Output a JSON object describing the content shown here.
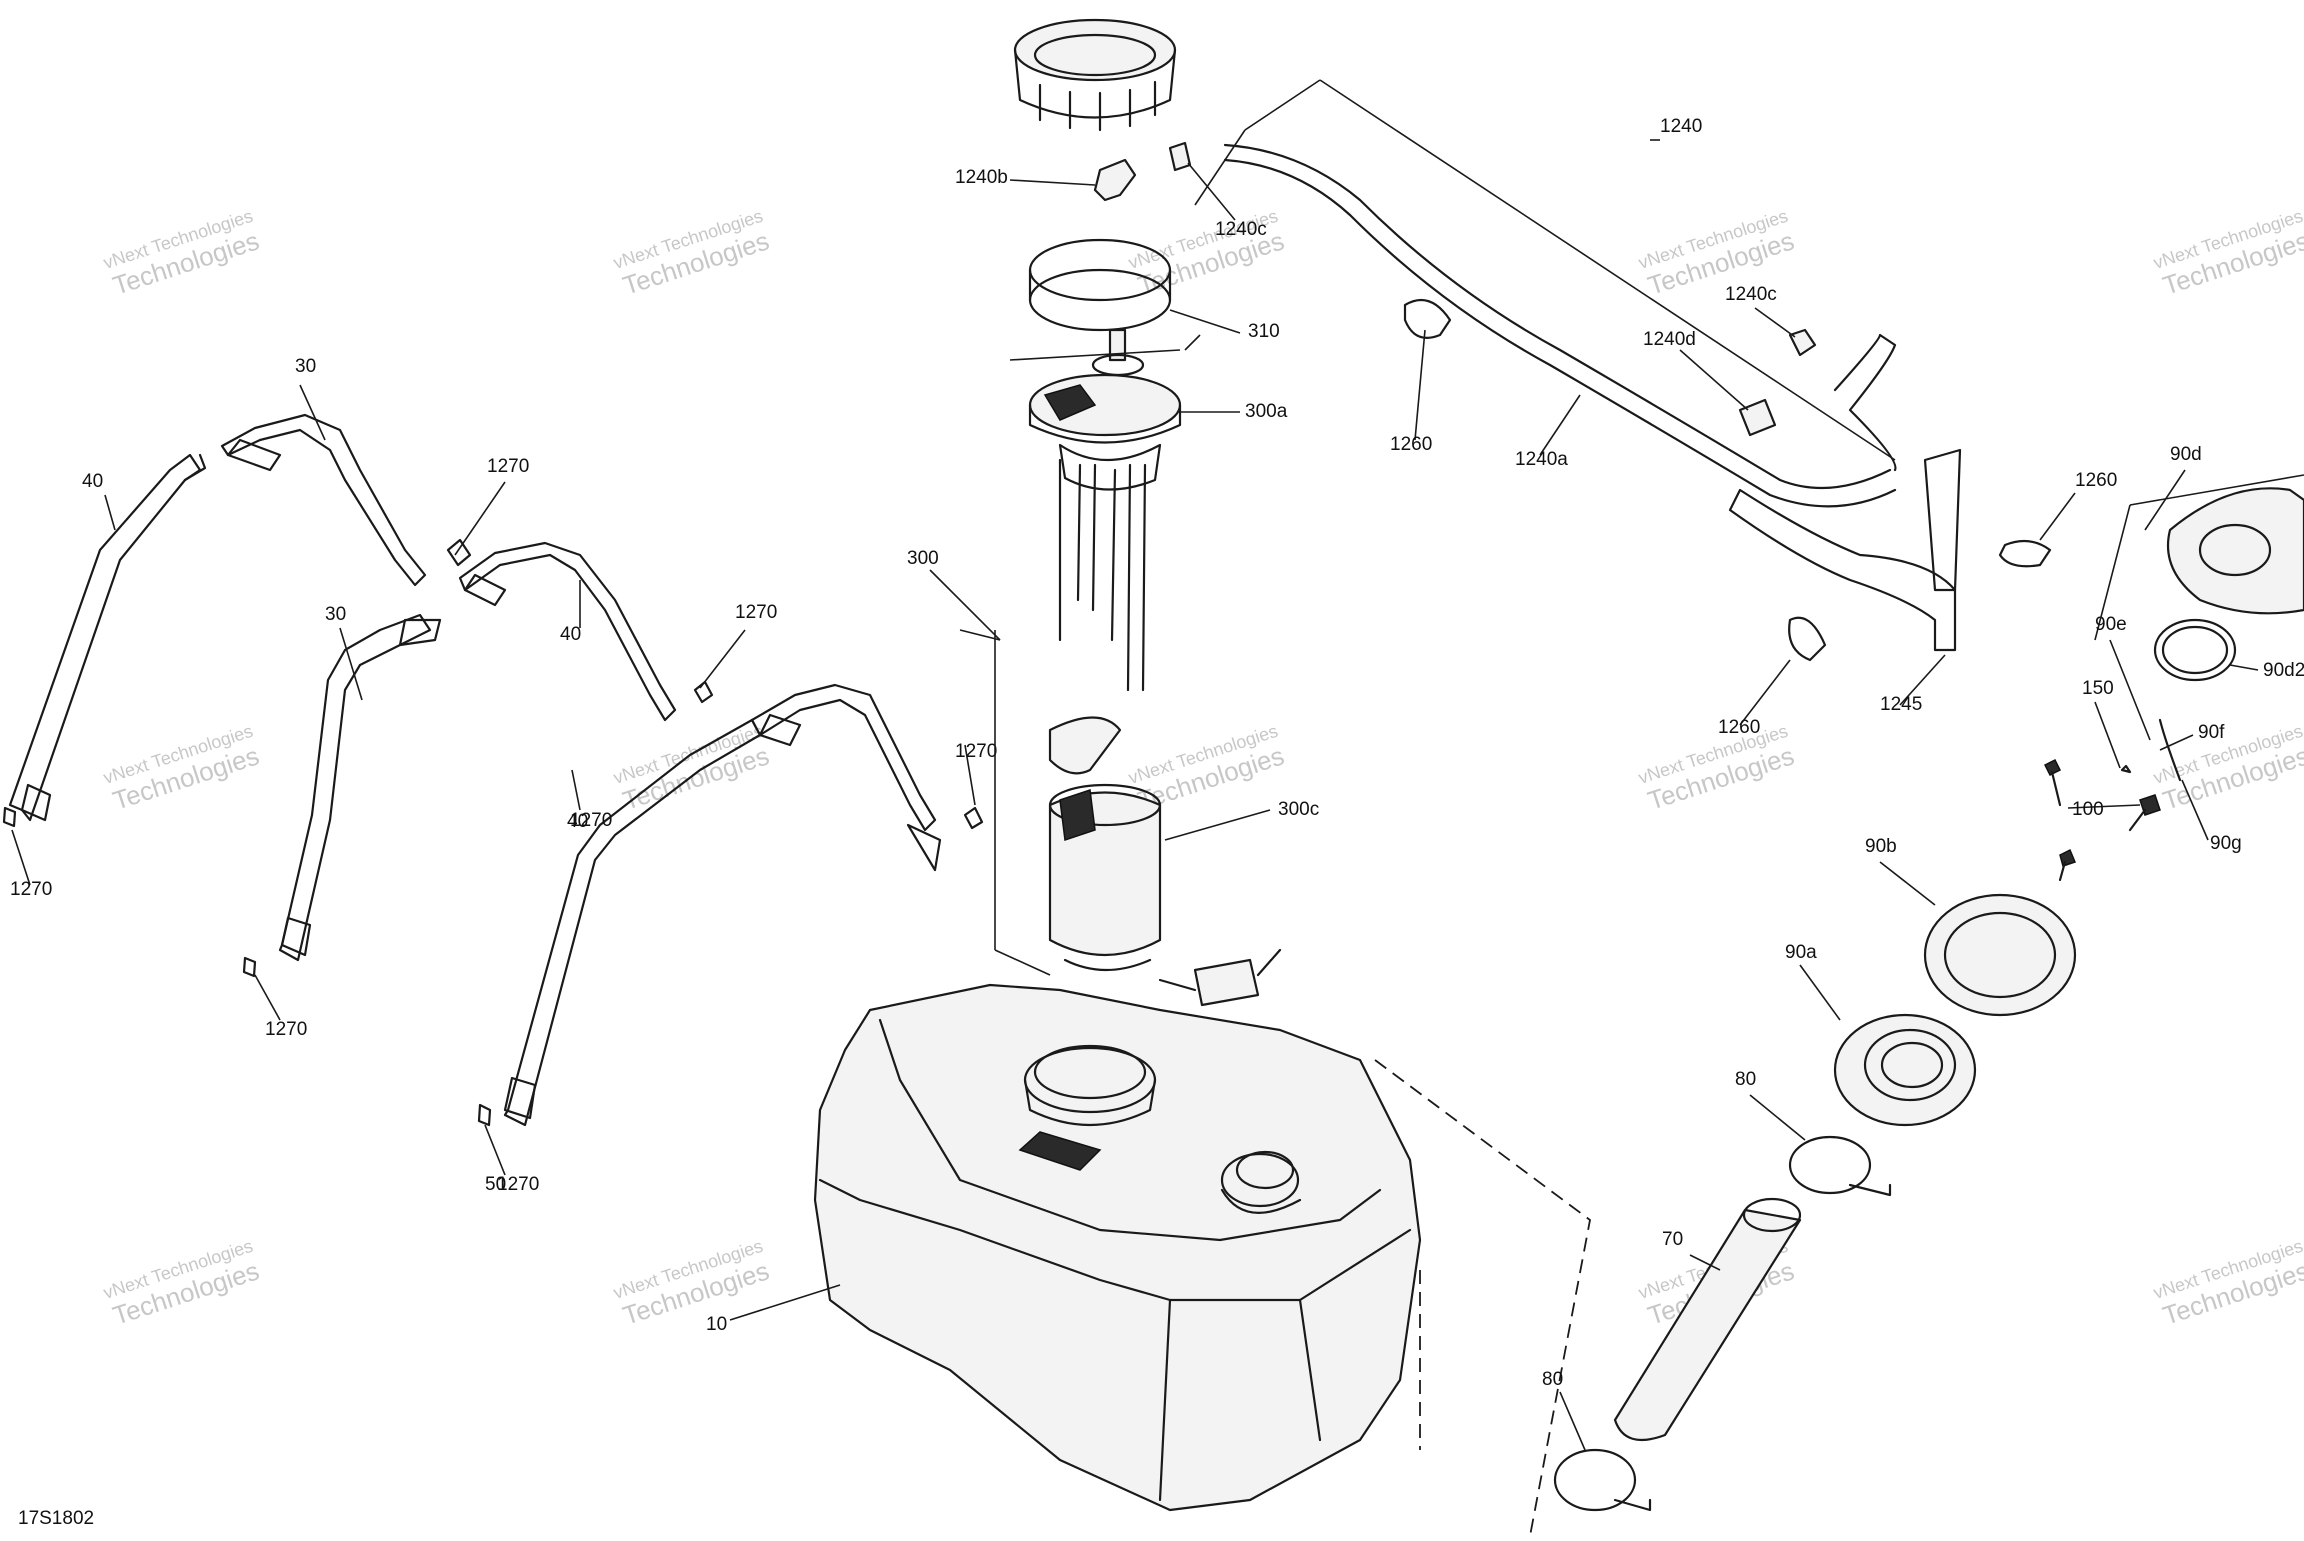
{
  "diagram": {
    "code": "17S1802",
    "watermark_lines": [
      "vNext Technologies",
      "Technologies"
    ],
    "callouts": [
      "30",
      "40",
      "1270",
      "1270",
      "30",
      "40",
      "1270",
      "1270",
      "50",
      "40",
      "1270",
      "1270",
      "1270",
      "1240b",
      "1240c",
      "310",
      "300a",
      "300",
      "300c",
      "1260",
      "1240",
      "1240c",
      "1240d",
      "1240a",
      "1260",
      "1245",
      "1260",
      "90d",
      "90e",
      "90d2",
      "90f",
      "150",
      "100",
      "90g",
      "90b",
      "90a",
      "80",
      "70",
      "80",
      "10"
    ]
  }
}
